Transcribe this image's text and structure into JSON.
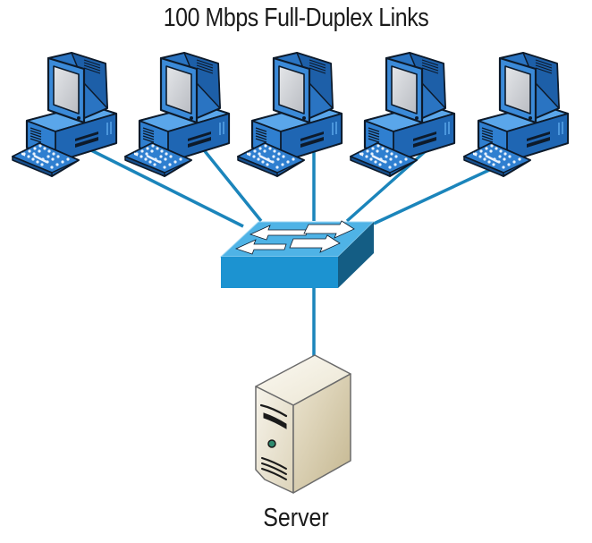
{
  "diagram": {
    "title": "100 Mbps Full-Duplex Links",
    "colors": {
      "link": "#1b85bb",
      "pc_body": "#2f7fd0",
      "pc_dark": "#1d5fa8",
      "pc_light": "#5aa6ea",
      "screen": "#c9ccd1",
      "switch_top": "#4fb3e6",
      "switch_front": "#1c93d1",
      "switch_side": "#145d84",
      "server_light": "#f3efe2",
      "server_mid": "#dcd3b8",
      "server_dark": "#c9bd99",
      "led": "#2e8a6e"
    },
    "nodes": {
      "computers": [
        {
          "name": "computer-1",
          "label": ""
        },
        {
          "name": "computer-2",
          "label": ""
        },
        {
          "name": "computer-3",
          "label": ""
        },
        {
          "name": "computer-4",
          "label": ""
        },
        {
          "name": "computer-5",
          "label": ""
        }
      ],
      "switch": {
        "name": "switch",
        "icon": "switch-arrows-icon"
      },
      "server": {
        "name": "server",
        "label": "Server"
      }
    },
    "edges": [
      {
        "from": "computer-1",
        "to": "switch"
      },
      {
        "from": "computer-2",
        "to": "switch"
      },
      {
        "from": "computer-3",
        "to": "switch"
      },
      {
        "from": "computer-4",
        "to": "switch"
      },
      {
        "from": "computer-5",
        "to": "switch"
      },
      {
        "from": "switch",
        "to": "server"
      }
    ]
  }
}
